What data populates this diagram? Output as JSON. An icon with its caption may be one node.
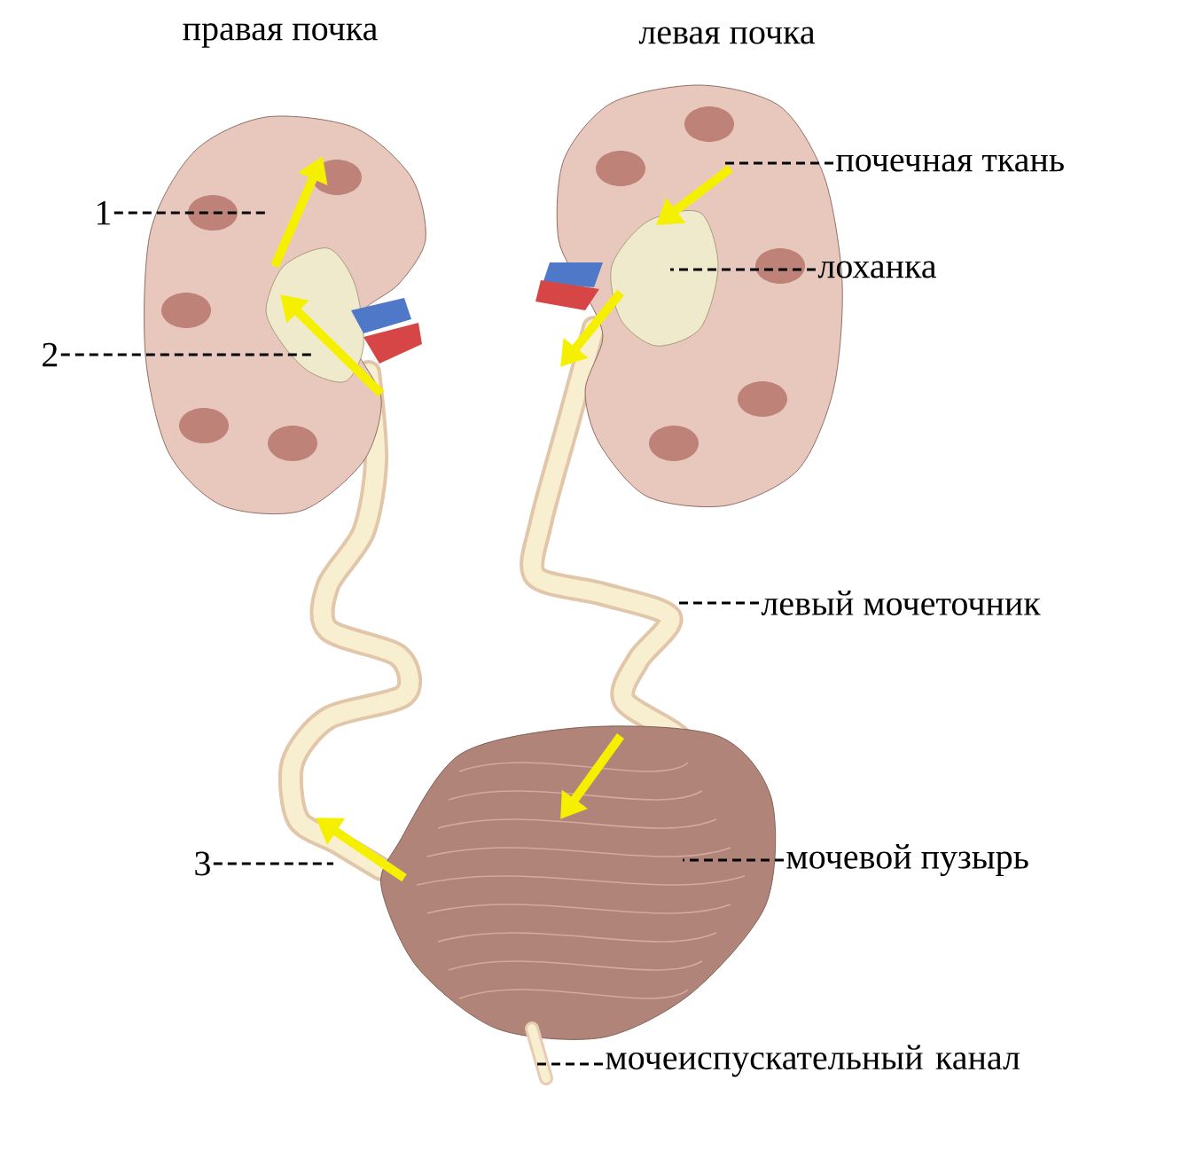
{
  "diagram": {
    "nodes": [
      {
        "text": [
          "1"
        ]
      },
      {
        "text": [
          "2"
        ]
      },
      {
        "text": [
          "почечная ткань"
        ]
      },
      {
        "text": [
          "лоханка"
        ]
      },
      {
        "text": [
          "левый мочеточник"
        ]
      },
      {
        "text": [
          "3"
        ]
      },
      {
        "text": [
          "мочевой пузырь"
        ]
      },
      {
        "text": [
          "мочеиспускательный канал"
        ]
      },
      {
        "text": [],
        "shape": "picture"
      },
      {
        "text": [],
        "shape": "picture"
      }
    ],
    "edges": [
      {
        "from": 0,
        "to": null,
        "arrow": "none",
        "style": "dashed"
      },
      {
        "from": 1,
        "to": null,
        "arrow": "none",
        "style": "dashed"
      },
      {
        "from": 2,
        "to": null,
        "arrow": "none",
        "style": "dashed"
      },
      {
        "from": 3,
        "to": null,
        "arrow": "none",
        "style": "dashed"
      },
      {
        "from": 4,
        "to": null,
        "arrow": "none",
        "style": "dashed"
      },
      {
        "from": 5,
        "to": null,
        "arrow": "none",
        "style": "dashed"
      },
      {
        "from": 6,
        "to": 8,
        "arrow": "none",
        "style": "dashed"
      },
      {
        "from": 7,
        "to": 9,
        "arrow": "none",
        "style": "dashed"
      }
    ],
    "labels": [
      "правая почка",
      "левая почка"
    ]
  }
}
